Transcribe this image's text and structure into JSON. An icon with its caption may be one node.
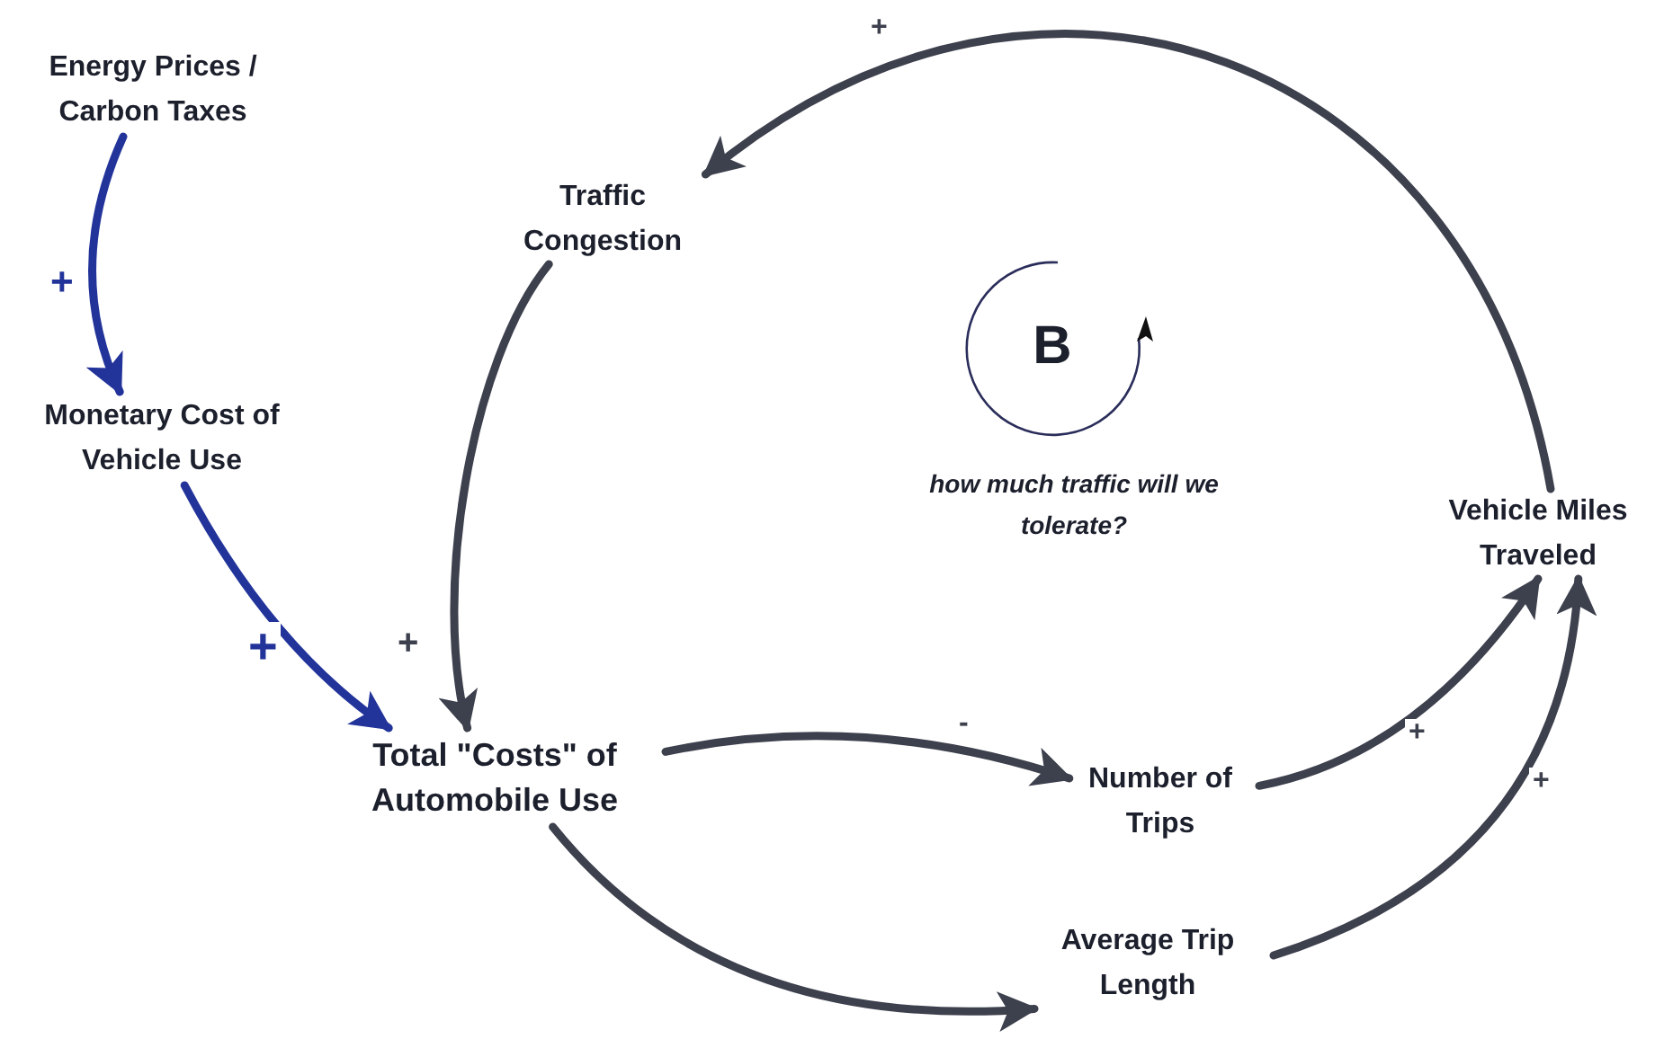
{
  "diagram": {
    "nodes": [
      {
        "text": [
          "Energy Prices / Carbon Taxes"
        ]
      },
      {
        "text": [
          "Traffic Congestion"
        ]
      },
      {
        "text": [
          "Monetary Cost of Vehicle Use"
        ]
      },
      {
        "text": [
          "Vehicle Miles Traveled"
        ]
      },
      {
        "text": [
          "Total \"Costs\" of Automobile Use"
        ]
      },
      {
        "text": [
          "Number of Trips"
        ]
      },
      {
        "text": [
          "Average Trip Length"
        ]
      }
    ],
    "edges": [
      {
        "from": 0,
        "to": 2,
        "arrow": "to",
        "label": "+",
        "color": "#22349a"
      },
      {
        "from": 2,
        "to": 4,
        "arrow": "to",
        "label": "+",
        "color": "#22349a"
      },
      {
        "from": 3,
        "to": 1,
        "arrow": "to",
        "label": "+"
      },
      {
        "from": 1,
        "to": 4,
        "arrow": "to",
        "label": "+"
      },
      {
        "from": 4,
        "to": 5,
        "arrow": "to",
        "label": "-"
      },
      {
        "from": 4,
        "to": 6,
        "arrow": "to"
      },
      {
        "from": 5,
        "to": 3,
        "arrow": "to",
        "label": "+"
      },
      {
        "from": 6,
        "to": 3,
        "arrow": "to",
        "label": "+"
      }
    ],
    "labels": [
      "B",
      "how much traffic will we tolerate?"
    ]
  }
}
